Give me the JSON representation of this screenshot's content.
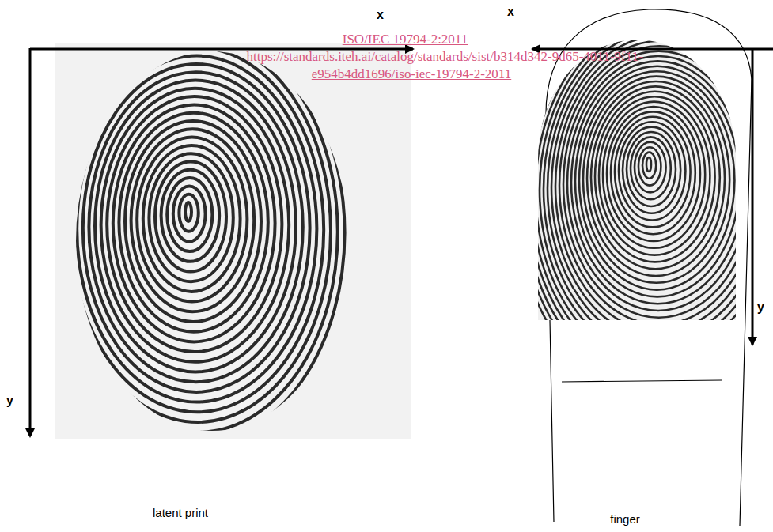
{
  "diagram": {
    "labels": [
      "x",
      "x",
      "ISO/IEC 19794-2:2011",
      "https://standards.iteh.ai/catalog/standards/sist/b314d342-9d65-4011-9f11-",
      "e954b4dd1696/iso-iec-19794-2-2011",
      "y",
      "y",
      "latent print",
      "finger"
    ]
  }
}
